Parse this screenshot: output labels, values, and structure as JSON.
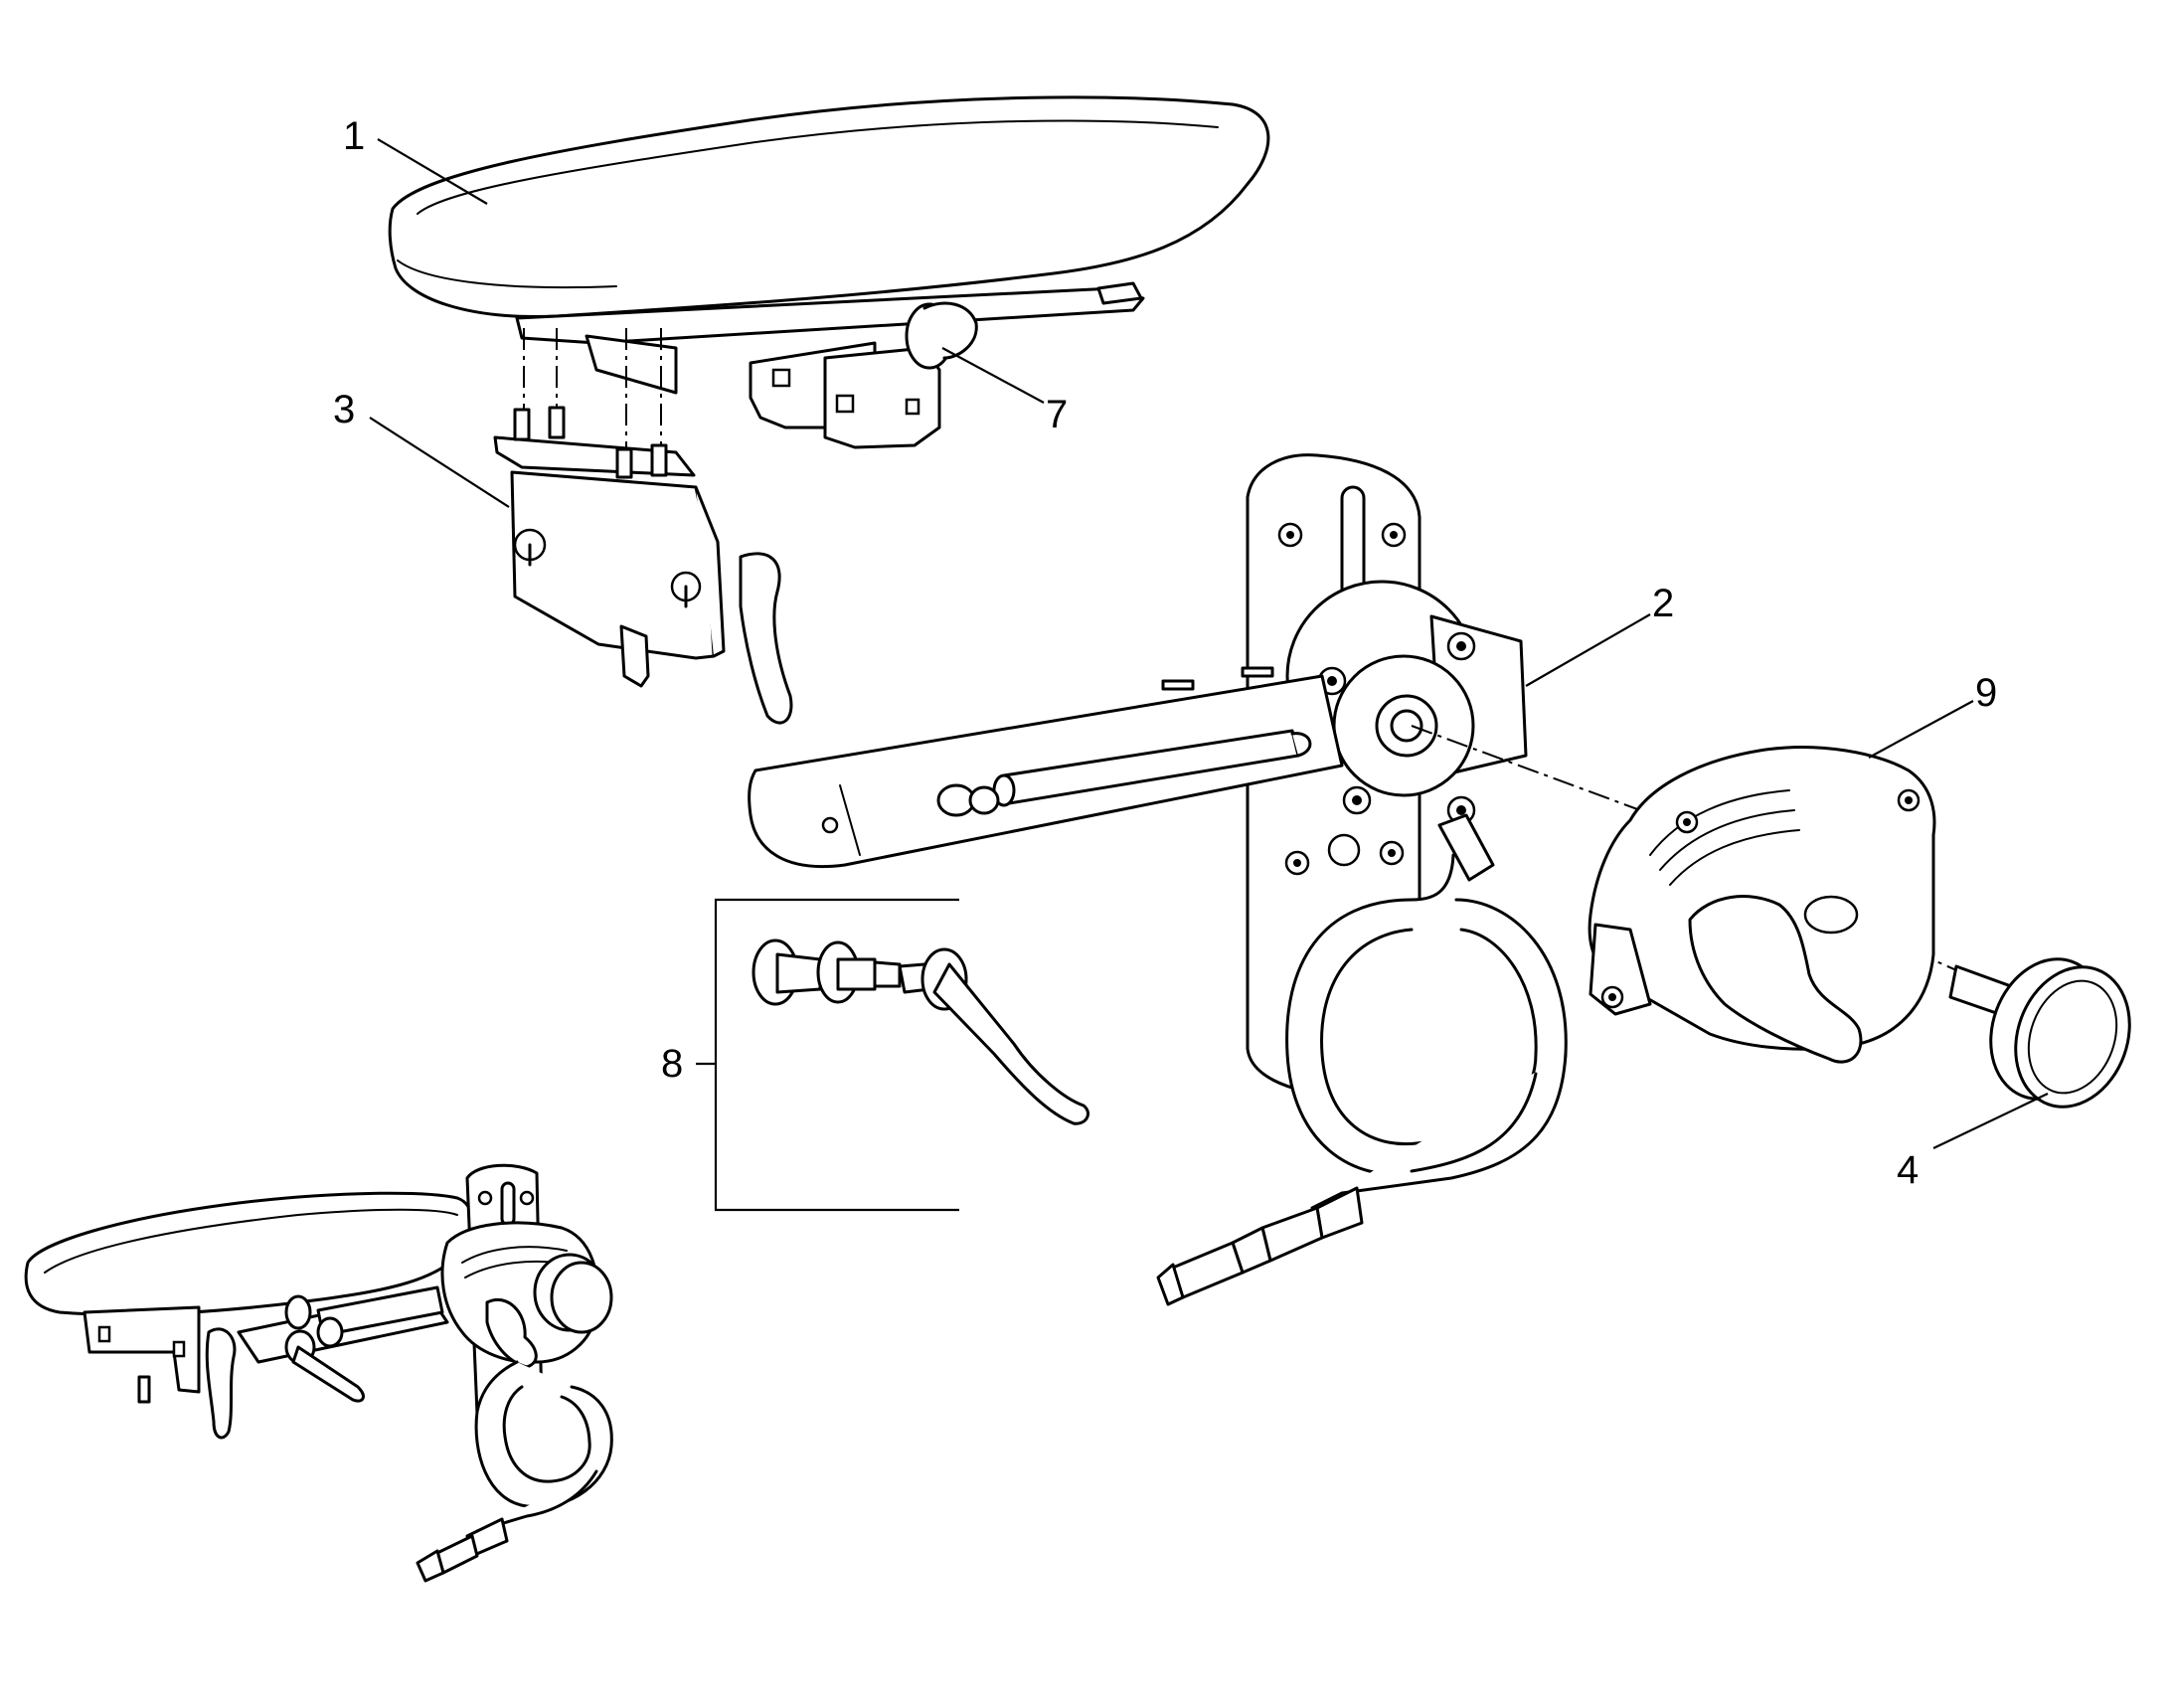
{
  "callouts": {
    "c1": "1",
    "c2": "2",
    "c3": "3",
    "c4": "4",
    "c7": "7",
    "c8": "8",
    "c9": "9"
  },
  "colors": {
    "line": "#000000",
    "background": "#ffffff"
  }
}
